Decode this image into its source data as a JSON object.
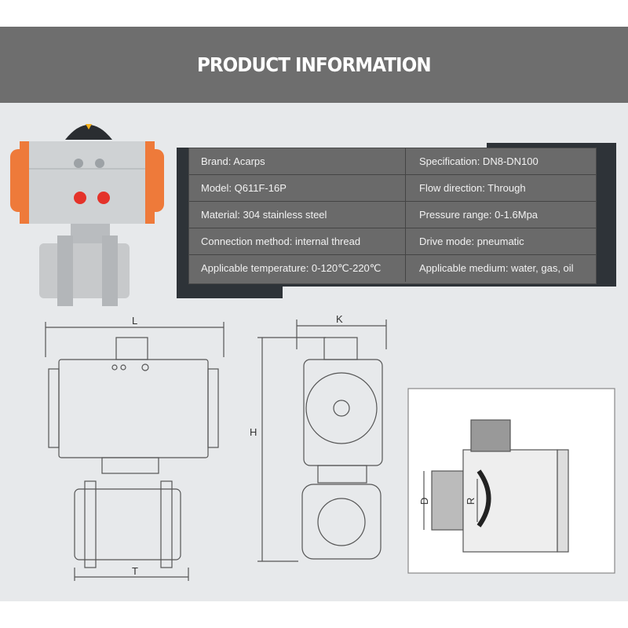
{
  "header": {
    "title": "PRODUCT INFORMATION"
  },
  "specs": [
    [
      "Brand: Acarps",
      "Specification: DN8-DN100"
    ],
    [
      "Model: Q611F-16P",
      "Flow direction:  Through"
    ],
    [
      "Material: 304 stainless steel",
      "Pressure range: 0-1.6Mpa"
    ],
    [
      "Connection method: internal thread",
      "Drive mode: pneumatic"
    ],
    [
      "Applicable temperature: 0-120℃-220℃",
      "Applicable medium: water, gas, oil"
    ]
  ],
  "drawing_labels": {
    "length": "L",
    "thread": "T",
    "width": "K",
    "height": "H",
    "diameter": "D",
    "radius": "R"
  },
  "colors": {
    "band": "#6e6e6e",
    "accent": "#ee7a3a",
    "backdrop": "#2e3338"
  }
}
